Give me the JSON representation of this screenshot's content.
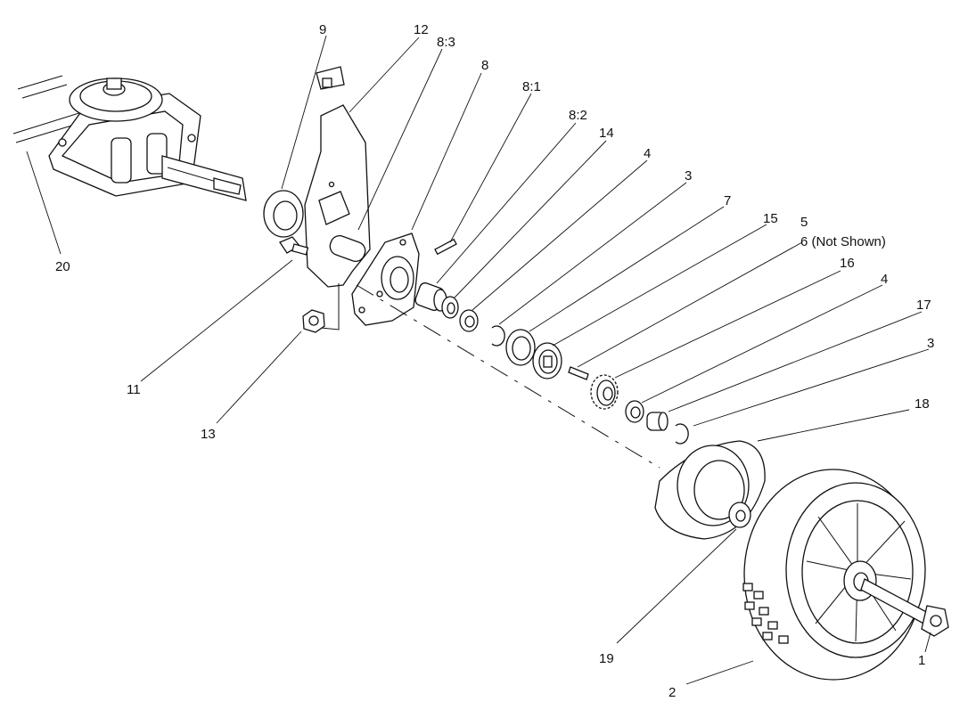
{
  "labels": {
    "p9": "9",
    "p12": "12",
    "p8_3": "8:3",
    "p8": "8",
    "p8_1": "8:1",
    "p8_2": "8:2",
    "p14": "14",
    "p4a": "4",
    "p3a": "3",
    "p7": "7",
    "p15": "15",
    "p5": "5",
    "p6": "6 (Not Shown)",
    "p16": "16",
    "p4b": "4",
    "p17": "17",
    "p3b": "3",
    "p18": "18",
    "p20": "20",
    "p11": "11",
    "p13": "13",
    "p19": "19",
    "p1": "1",
    "p2": "2"
  }
}
